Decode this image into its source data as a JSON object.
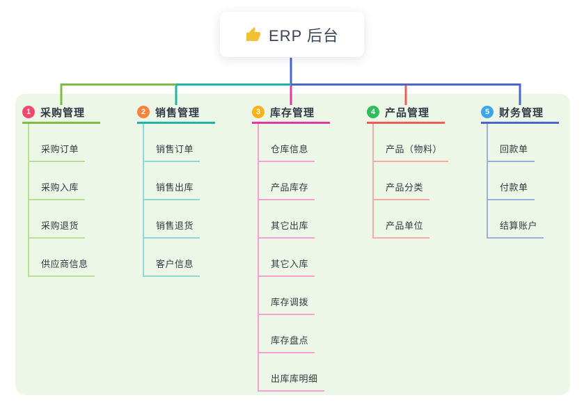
{
  "root": {
    "label": "ERP 后台",
    "icon": "thumbs-up-icon",
    "icon_color": "#f2c032"
  },
  "colors": {
    "canvas_bg": "#ffffff",
    "panel_bg": "#edf7e8",
    "root_stem": "#4a64c8",
    "root_text": "#3b4454",
    "node_text": "#35393f"
  },
  "branches": [
    {
      "name": "purchase-management",
      "badge": "1",
      "badge_color": "#f04a6e",
      "line_color": "#7fbc42",
      "light_color": "#bcdf97",
      "label": "采购管理",
      "children": [
        "采购订单",
        "采购入库",
        "采购退货",
        "供应商信息"
      ]
    },
    {
      "name": "sales-management",
      "badge": "2",
      "badge_color": "#f8833c",
      "line_color": "#22b3a8",
      "light_color": "#8ed9d2",
      "label": "销售管理",
      "children": [
        "销售订单",
        "销售出库",
        "销售退货",
        "客户信息"
      ]
    },
    {
      "name": "inventory-management",
      "badge": "3",
      "badge_color": "#fbb118",
      "line_color": "#e13a9f",
      "light_color": "#f2a2d4",
      "label": "库存管理",
      "children": [
        "仓库信息",
        "产品库存",
        "其它出库",
        "其它入库",
        "库存调拨",
        "库存盘点",
        "出库库明细"
      ]
    },
    {
      "name": "product-management",
      "badge": "4",
      "badge_color": "#2fbe5a",
      "line_color": "#f15b55",
      "light_color": "#f8aba4",
      "label": "产品管理",
      "children": [
        "产品（物料）",
        "产品分类",
        "产品单位"
      ]
    },
    {
      "name": "finance-management",
      "badge": "5",
      "badge_color": "#3ba7ea",
      "line_color": "#4a66cb",
      "light_color": "#9baede",
      "label": "财务管理",
      "children": [
        "回款单",
        "付款单",
        "结算账户"
      ]
    }
  ]
}
